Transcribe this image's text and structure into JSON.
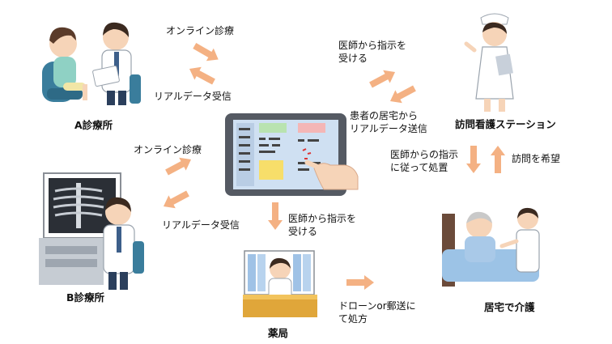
{
  "nodes": {
    "clinic_a": "A診療所",
    "clinic_b": "B診療所",
    "pharmacy": "薬局",
    "nursing_station": "訪問看護ステーション",
    "home_care": "居宅で介護"
  },
  "edges": {
    "a_online": "オンライン診療",
    "a_realtime": "リアルデータ受信",
    "b_online": "オンライン診療",
    "b_realtime": "リアルデータ受信",
    "nurse_instruction_l1": "医師から指示を",
    "nurse_instruction_l2": "受ける",
    "patient_data_l1": "患者の居宅から",
    "patient_data_l2": "リアルデータ送信",
    "pharmacy_instruction_l1": "医師から指示を",
    "pharmacy_instruction_l2": "受ける",
    "follow_l1": "医師からの指示",
    "follow_l2": "に従って処置",
    "visit_request": "訪問を希望",
    "delivery_l1": "ドローンor郵送に",
    "delivery_l2": "て処方"
  },
  "colors": {
    "arrow": "#f4b183",
    "tablet_frame": "#555a63",
    "screen": "#cfe0f2"
  }
}
